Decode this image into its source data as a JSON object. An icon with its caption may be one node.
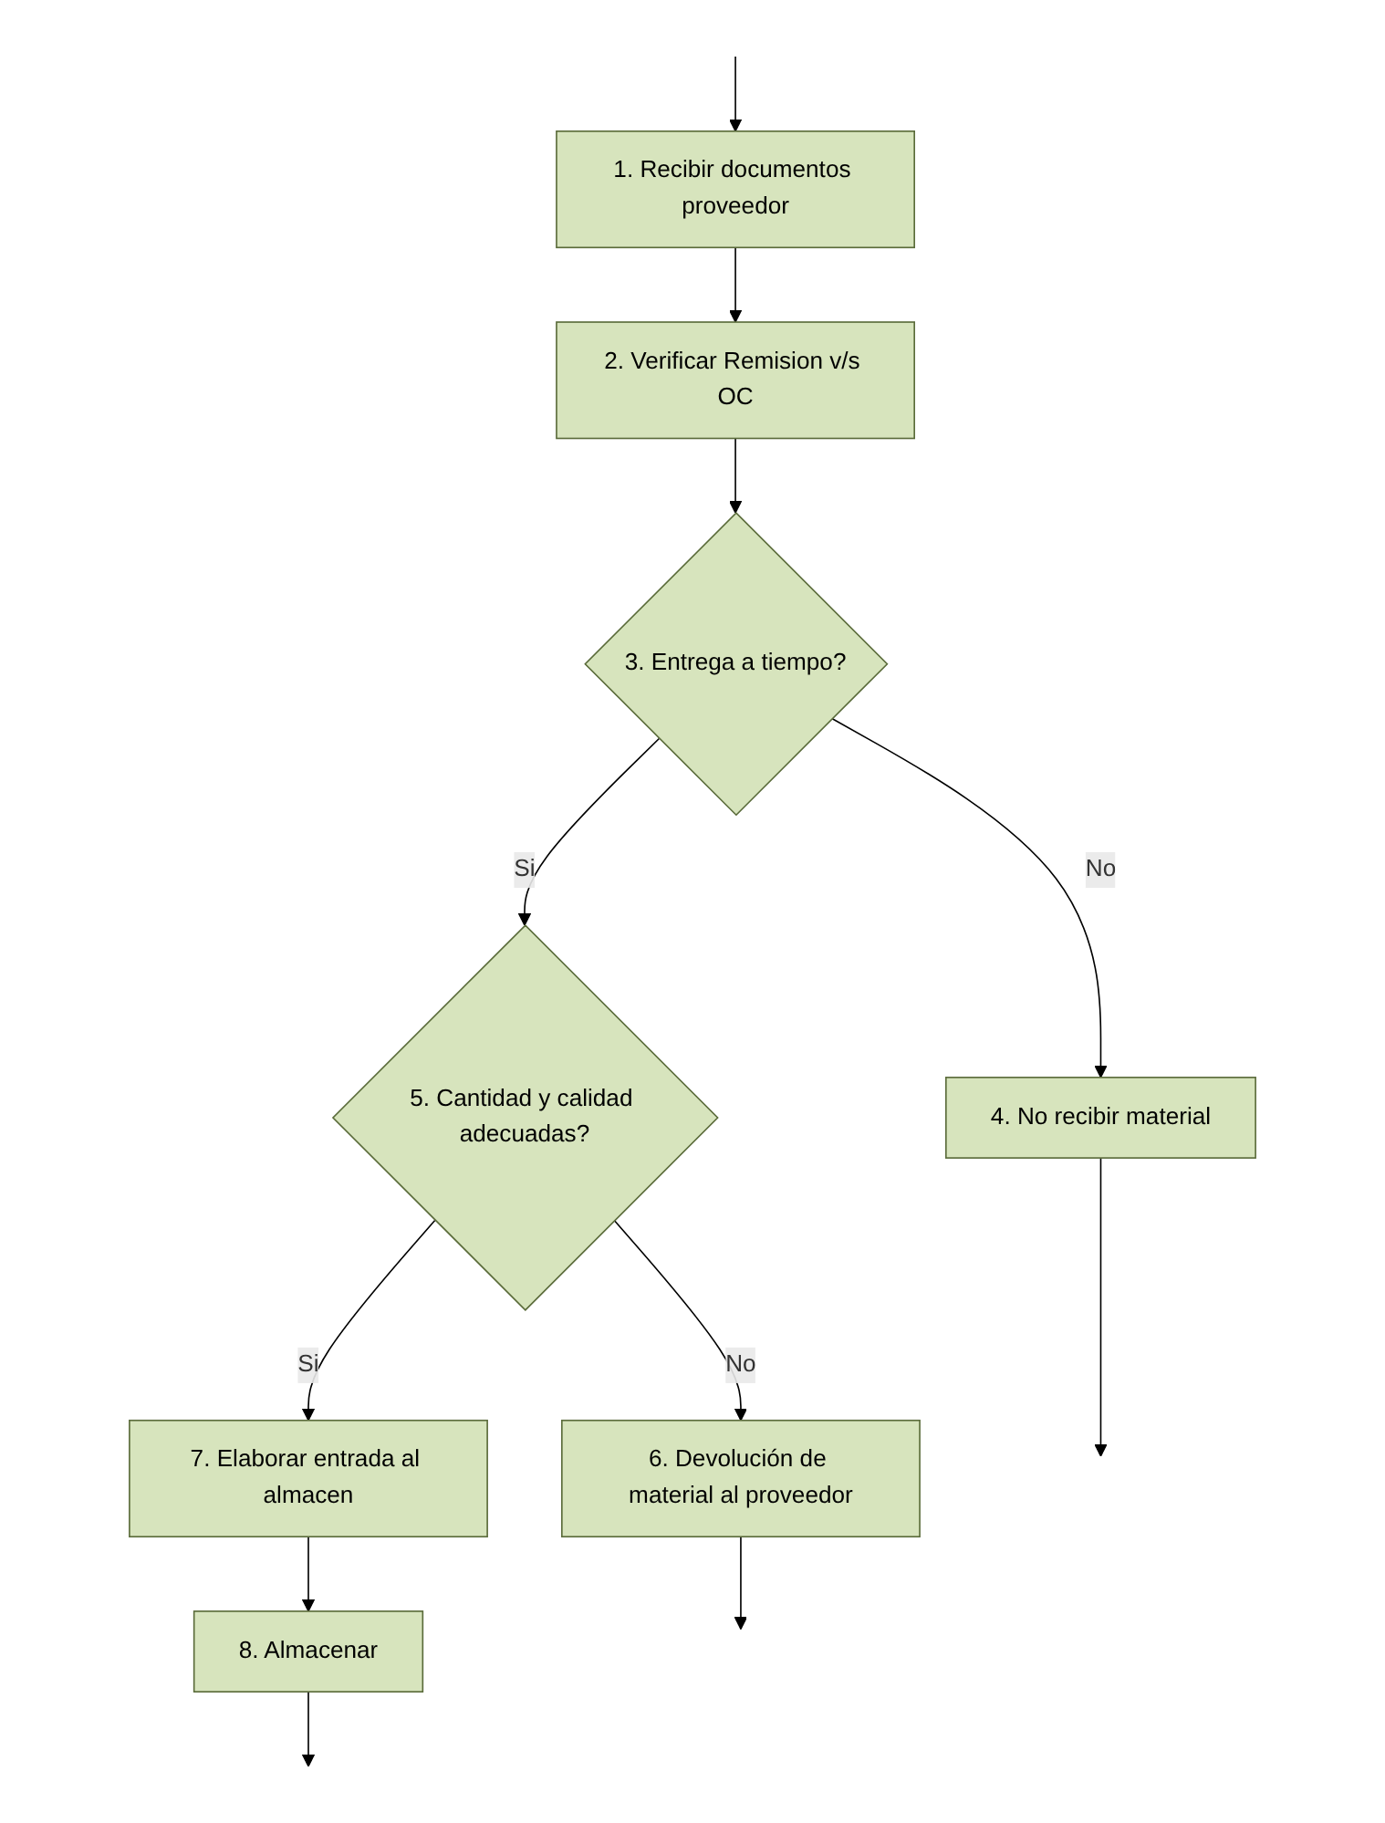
{
  "diagram": {
    "nodes": [
      {
        "text": [
          "1. Recibir documentos proveedor"
        ]
      },
      {
        "text": [
          "2. Verificar Remision v/s OC"
        ]
      },
      {
        "text": [
          "3. Entrega a tiempo?"
        ]
      },
      {
        "text": [
          "4. No recibir material"
        ]
      },
      {
        "text": [
          "5. Cantidad y calidad adecuadas?"
        ]
      },
      {
        "text": [
          "6. Devolución de material al proveedor"
        ]
      },
      {
        "text": [
          "7. Elaborar entrada al almacen"
        ]
      },
      {
        "text": [
          "8. Almacenar"
        ]
      }
    ],
    "edges": [
      {
        "from": null,
        "to": 0,
        "arrow": "to"
      },
      {
        "from": 0,
        "to": 1,
        "arrow": "to"
      },
      {
        "from": 1,
        "to": 2,
        "arrow": "to"
      },
      {
        "from": 2,
        "to": 3,
        "arrow": "to",
        "label": "No"
      },
      {
        "from": 2,
        "to": 4,
        "arrow": "to",
        "label": "Si"
      },
      {
        "from": 4,
        "to": 5,
        "arrow": "to",
        "label": "No"
      },
      {
        "from": 4,
        "to": 6,
        "arrow": "to",
        "label": "Si"
      },
      {
        "from": 6,
        "to": 7,
        "arrow": "to"
      },
      {
        "from": 7,
        "to": null,
        "arrow": "to"
      },
      {
        "from": 5,
        "to": null,
        "arrow": "to"
      },
      {
        "from": 3,
        "to": null,
        "arrow": "to"
      }
    ]
  }
}
